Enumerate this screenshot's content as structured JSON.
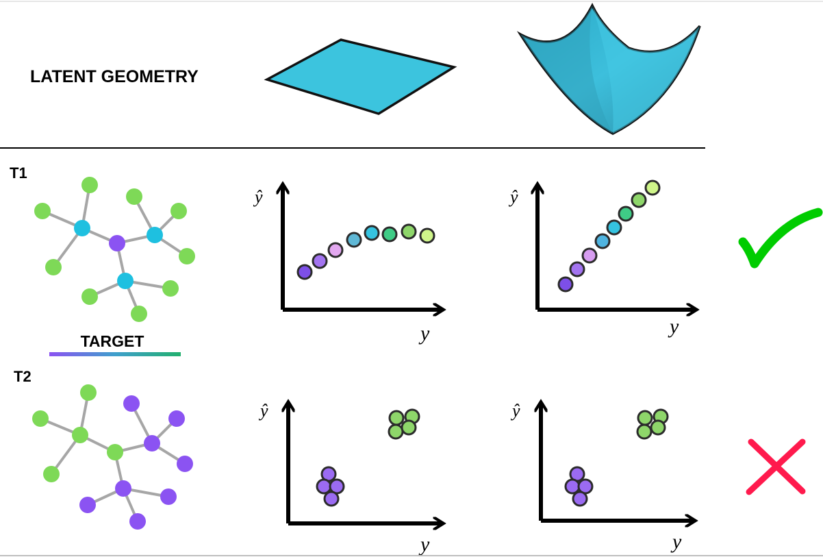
{
  "header": {
    "title": "LATENT GEOMETRY"
  },
  "rows": [
    {
      "label": "T1",
      "result": "check"
    },
    {
      "label": "T2",
      "result": "cross"
    }
  ],
  "target_label": "TARGET",
  "axis_labels": {
    "y": "y",
    "yhat": "ŷ"
  },
  "colors": {
    "cyan": "#1ec0e0",
    "purple": "#8b53f2",
    "green": "#7ed957",
    "edge": "#a6a6a6",
    "check": "#00cc00",
    "cross": "#ff1a4d",
    "surface": "#3cc4de"
  },
  "plots": {
    "t1_flat": [
      "#7d4fe8",
      "#a374f0",
      "#e3a8f0",
      "#5fb8d6",
      "#35c3e0",
      "#3fcc86",
      "#8ed66a",
      "#cff58a"
    ],
    "t1_curved": [
      "#7d4fe8",
      "#a374f0",
      "#d79df0",
      "#4fb4e0",
      "#35c3e0",
      "#3fcc86",
      "#8ed66a",
      "#cff58a"
    ],
    "t2_clusters": [
      "purple",
      "green"
    ]
  }
}
